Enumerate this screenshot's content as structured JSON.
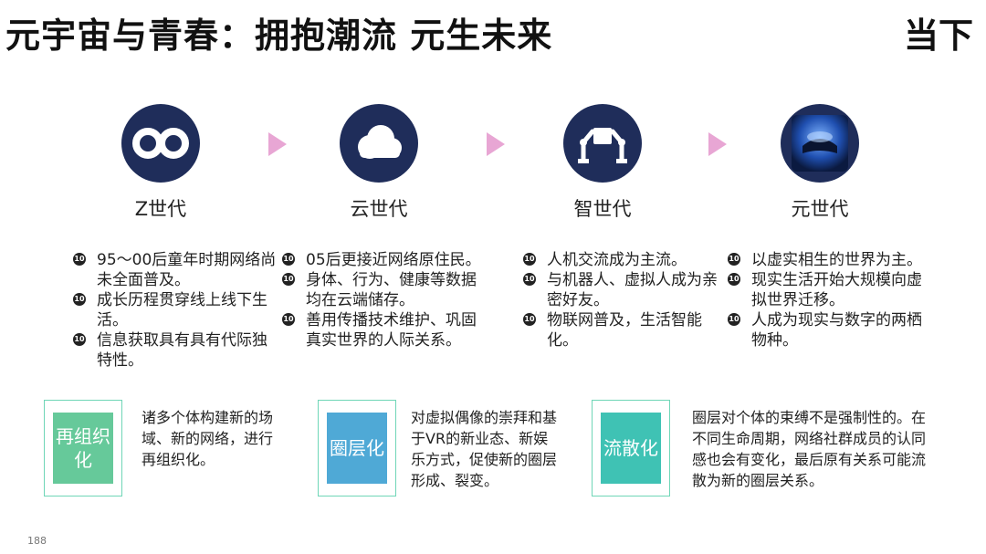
{
  "header": {
    "title": "元宇宙与青春：拥抱潮流 元生未来",
    "corner": "当下"
  },
  "generations": [
    {
      "label": "Z世代",
      "icon": "infinity-icon",
      "bullets": [
        "95～00后童年时期网络尚未全面普及。",
        "成长历程贯穿线上线下生活。",
        "信息获取具有具有代际独特性。"
      ]
    },
    {
      "label": "云世代",
      "icon": "cloud-icon",
      "bullets": [
        "05后更接近网络原住民。",
        "身体、行为、健康等数据均在云端储存。",
        "善用传播技术维护、巩固真实世界的人际关系。"
      ]
    },
    {
      "label": "智世代",
      "icon": "robot-arms-icon",
      "bullets": [
        "人机交流成为主流。",
        "与机器人、虚拟人成为亲密好友。",
        "物联网普及，生活智能化。"
      ]
    },
    {
      "label": "元世代",
      "icon": "vr-headset-icon",
      "bullets": [
        "以虚实相生的世界为主。",
        "现实生活开始大规模向虚拟世界迁移。",
        "人成为现实与数字的两栖物种。"
      ]
    }
  ],
  "bullet_marker": "10",
  "concepts": [
    {
      "badge": "再组织化",
      "text": "诸多个体构建新的场域、新的网络，进行再组织化。",
      "color": "#66c99a"
    },
    {
      "badge": "圈层化",
      "text": "对虚拟偶像的崇拜和基于VR的新业态、新娱乐方式，促使新的圈层形成、裂变。",
      "color": "#4fa9d6"
    },
    {
      "badge": "流散化",
      "text": "圈层对个体的束缚不是强制性的。在不同生命周期，网络社群成员的认同感也会有变化，最后原有关系可能流散为新的圈层关系。",
      "color": "#3fc2b4"
    }
  ],
  "page_number": "188"
}
